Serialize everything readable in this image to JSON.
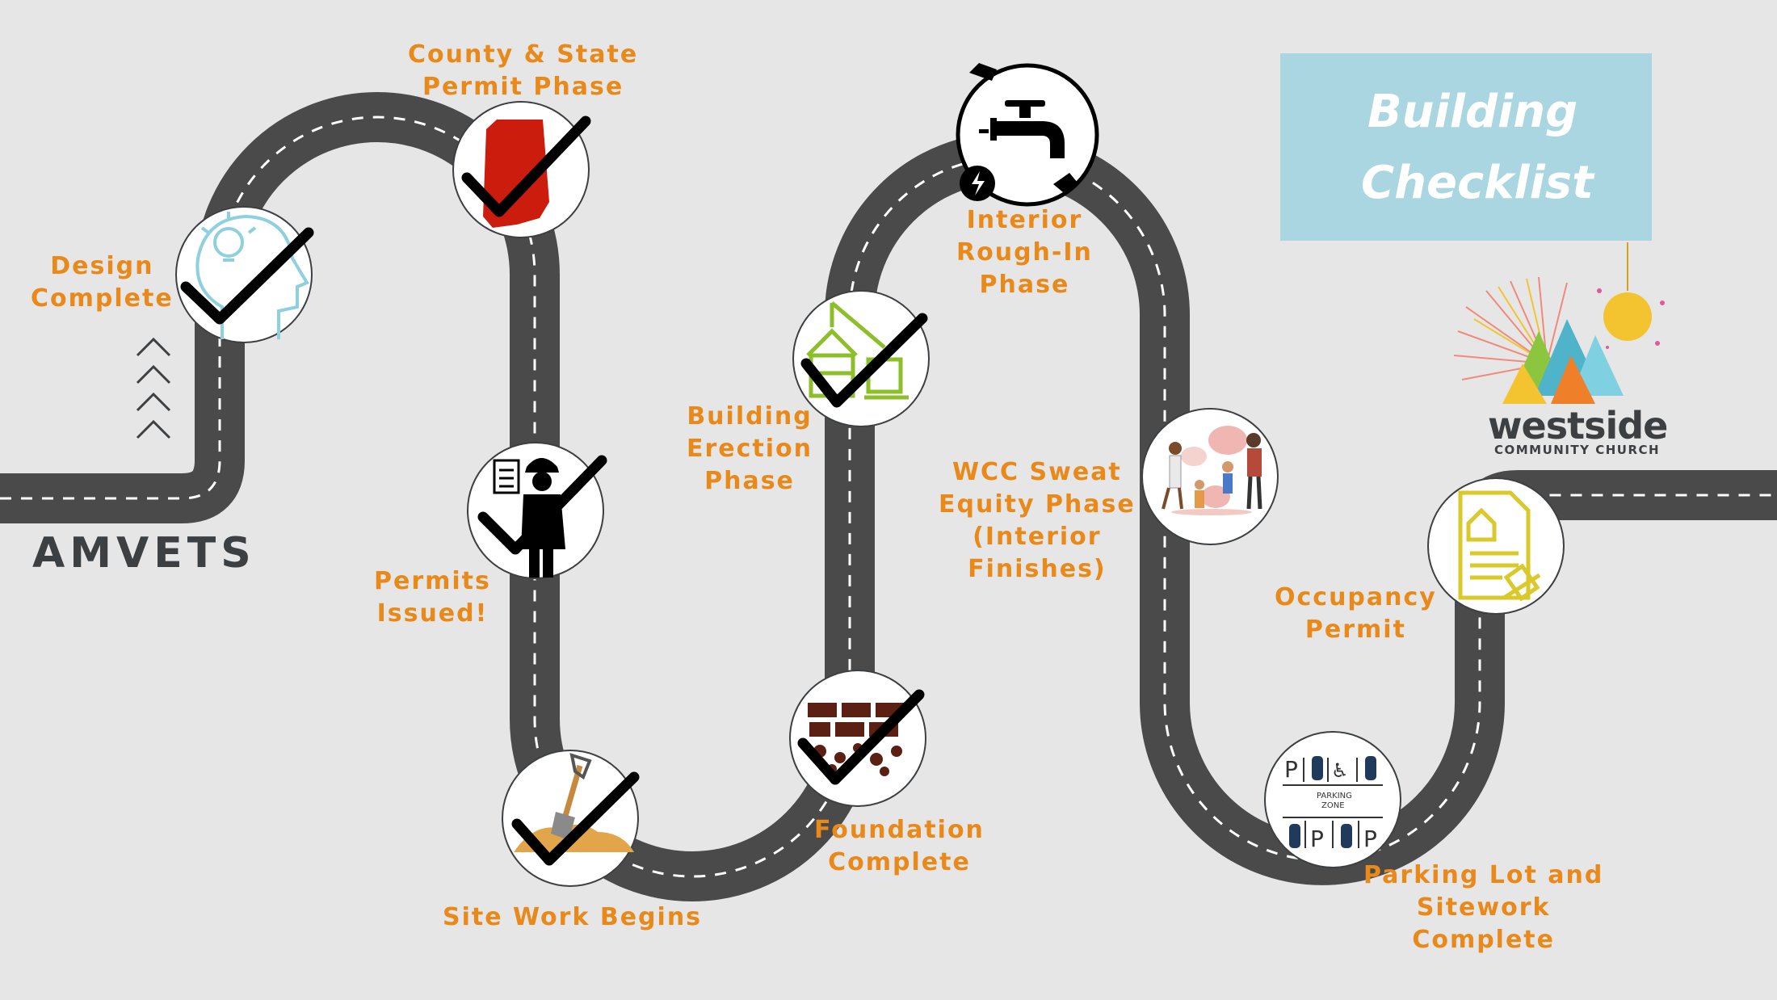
{
  "title": {
    "line1": "Building",
    "line2": "Checklist"
  },
  "start_label": "AMVETS",
  "church": {
    "name": "westside",
    "subtitle": "COMMUNITY CHURCH"
  },
  "milestones": [
    {
      "id": "design",
      "lines": [
        "Design",
        "Complete"
      ],
      "icon": "lightbulb-head-icon",
      "completed": true
    },
    {
      "id": "county-state-permit",
      "lines": [
        "County & State",
        "Permit Phase"
      ],
      "icon": "indiana-map-icon",
      "completed": true
    },
    {
      "id": "permits-issued",
      "lines": [
        "Permits",
        "Issued!"
      ],
      "icon": "inspector-clipboard-icon",
      "completed": true
    },
    {
      "id": "site-work",
      "lines": [
        "Site Work Begins"
      ],
      "icon": "shovel-dirt-icon",
      "completed": true
    },
    {
      "id": "foundation",
      "lines": [
        "Foundation",
        "Complete"
      ],
      "icon": "brick-foundation-icon",
      "completed": true
    },
    {
      "id": "building-erection",
      "lines": [
        "Building",
        "Erection",
        "Phase"
      ],
      "icon": "crane-house-icon",
      "completed": true
    },
    {
      "id": "interior-rough-in",
      "lines": [
        "Interior",
        "Rough-In",
        "Phase"
      ],
      "icon": "faucet-plug-icon",
      "completed": false
    },
    {
      "id": "sweat-equity",
      "lines": [
        "WCC Sweat",
        "Equity Phase",
        "(Interior",
        "Finishes)"
      ],
      "icon": "family-painting-icon",
      "completed": false
    },
    {
      "id": "parking-lot",
      "lines": [
        "Parking Lot and",
        "Sitework",
        "Complete"
      ],
      "icon": "parking-lot-icon",
      "completed": false
    },
    {
      "id": "occupancy",
      "lines": [
        "Occupancy",
        "Permit"
      ],
      "icon": "house-document-icon",
      "completed": false
    }
  ],
  "colors": {
    "background": "#e6e6e6",
    "road": "#4a4a4a",
    "road_dash": "#ffffff",
    "label": "#e8891a",
    "checkmark": "#000000",
    "title_box": "#a9d6e0"
  }
}
